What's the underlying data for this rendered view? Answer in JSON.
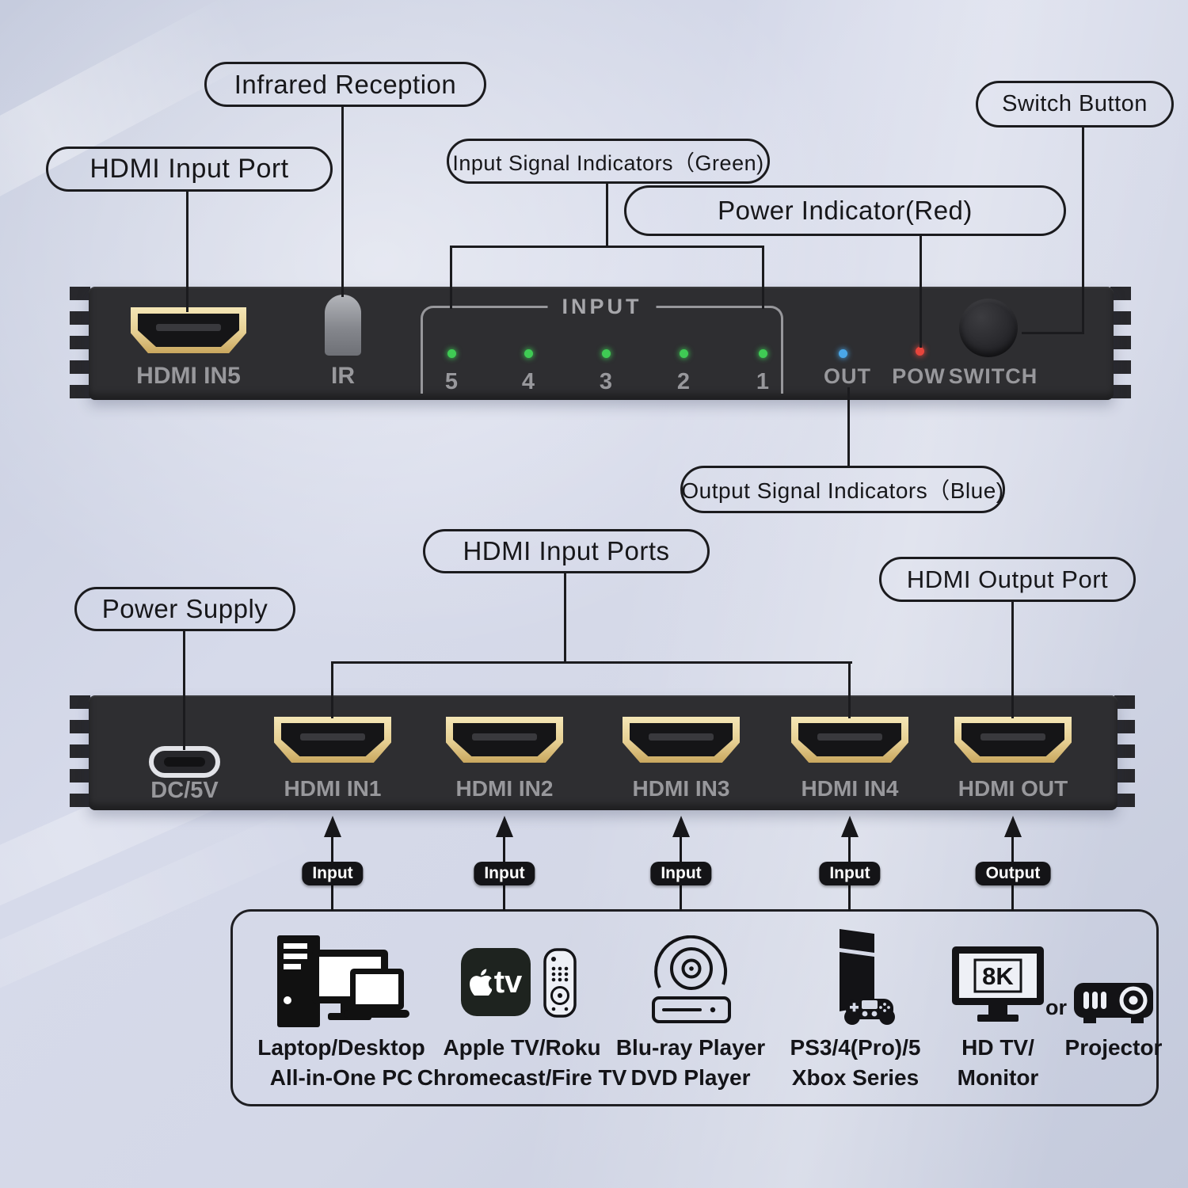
{
  "callouts": {
    "infrared_reception": "Infrared Reception",
    "hdmi_input_port": "HDMI Input Port",
    "input_signal_indicators": "Input Signal Indicators（Green)",
    "power_indicator": "Power Indicator(Red)",
    "switch_button": "Switch Button",
    "output_signal_indicators": "Output Signal Indicators（Blue)",
    "hdmi_input_ports": "HDMI Input Ports",
    "hdmi_output_port": "HDMI Output Port",
    "power_supply": "Power Supply"
  },
  "top_device": {
    "hdmi_port_label": "HDMI IN5",
    "ir_label": "IR",
    "input_group_label": "INPUT",
    "led_numbers": [
      "5",
      "4",
      "3",
      "2",
      "1"
    ],
    "out_label": "OUT",
    "pow_label": "POW",
    "switch_label": "SWITCH"
  },
  "bottom_device": {
    "power_port_label": "DC/5V",
    "port_labels": [
      "HDMI IN1",
      "HDMI IN2",
      "HDMI IN3",
      "HDMI IN4",
      "HDMI OUT"
    ]
  },
  "flow_badges": [
    "Input",
    "Input",
    "Input",
    "Input",
    "Output"
  ],
  "source_box": {
    "items": [
      {
        "line1": "Laptop/Desktop",
        "line2": "All-in-One PC"
      },
      {
        "line1": "Apple TV/Roku",
        "line2": "Chromecast/Fire TV"
      },
      {
        "line1": "Blu-ray Player",
        "line2": "DVD Player"
      },
      {
        "line1": "PS3/4(Pro)/5",
        "line2": "Xbox Series"
      },
      {
        "line1": "HD TV/",
        "line2": "Monitor"
      },
      {
        "line1": "Projector",
        "line2": ""
      }
    ],
    "or_label": "or",
    "tv_screen_badge": "8K",
    "appletv_logo_text": "tv"
  },
  "colors": {
    "led_green": "#3fcb54",
    "led_blue": "#4aa7e8",
    "led_red": "#e8453c",
    "hdmi_gold": "#e6cf92",
    "device_body": "#2e2e31",
    "background": "#d2d6e5"
  }
}
